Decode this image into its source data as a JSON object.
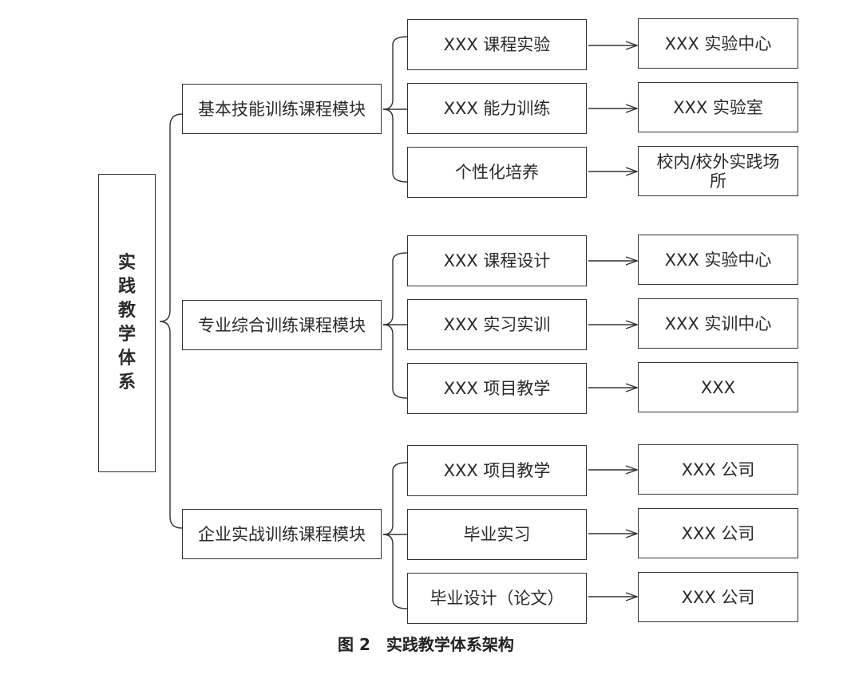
{
  "root": {
    "label_chars": [
      "实",
      "践",
      "教",
      "学",
      "体",
      "系"
    ]
  },
  "modules": [
    {
      "label": "基本技能训练课程模块",
      "items": [
        {
          "course": "XXX 课程实验",
          "location": "XXX 实验中心"
        },
        {
          "course": "XXX 能力训练",
          "location": "XXX 实验室"
        },
        {
          "course": "个性化培养",
          "location": "校内/校外实践场所"
        }
      ]
    },
    {
      "label": "专业综合训练课程模块",
      "items": [
        {
          "course": "XXX 课程设计",
          "location": "XXX 实验中心"
        },
        {
          "course": "XXX 实习实训",
          "location": "XXX 实训中心"
        },
        {
          "course": "XXX 项目教学",
          "location": "XXX"
        }
      ]
    },
    {
      "label": "企业实战训练课程模块",
      "items": [
        {
          "course": "XXX 项目教学",
          "location": "XXX 公司"
        },
        {
          "course": "毕业实习",
          "location": "XXX 公司"
        },
        {
          "course": "毕业设计（论文）",
          "location": "XXX 公司"
        }
      ]
    }
  ],
  "caption": "图 2　实践教学体系架构"
}
